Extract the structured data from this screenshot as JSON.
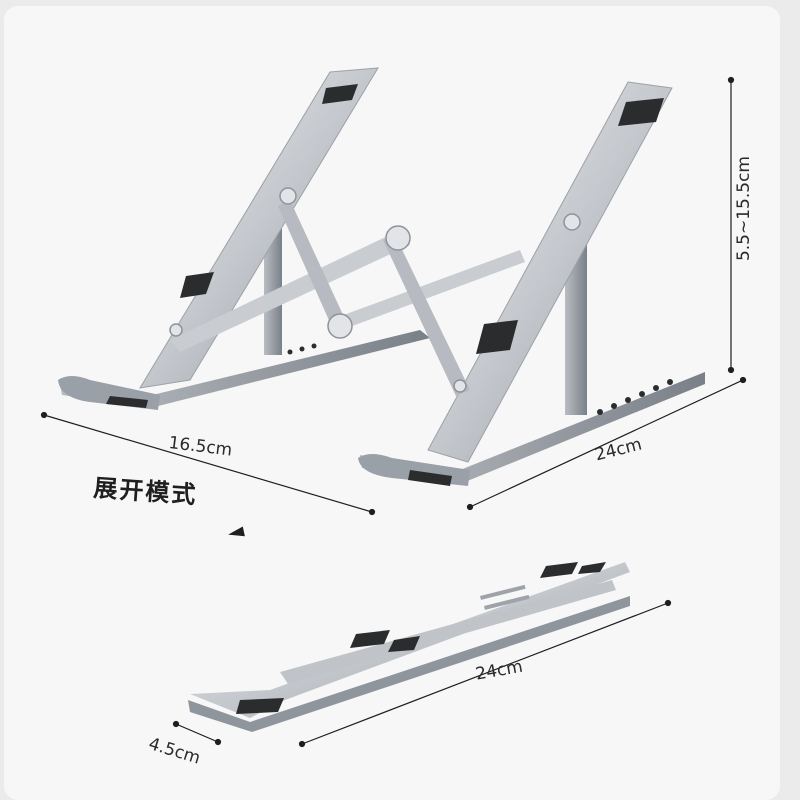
{
  "dimensions": {
    "open_depth": "16.5cm",
    "open_width": "24cm",
    "height_range": "5.5~15.5cm",
    "folded_width": "24cm",
    "folded_thickness": "4.5cm"
  },
  "mode_label": "展开模式",
  "colors": {
    "aluminum_light": "#d6d9de",
    "aluminum_mid": "#aeb2b8",
    "aluminum_dark": "#7d838b",
    "pad": "#2b2c2e",
    "line": "#1f1f1f"
  },
  "icons": [
    "mode-arrow-icon"
  ]
}
